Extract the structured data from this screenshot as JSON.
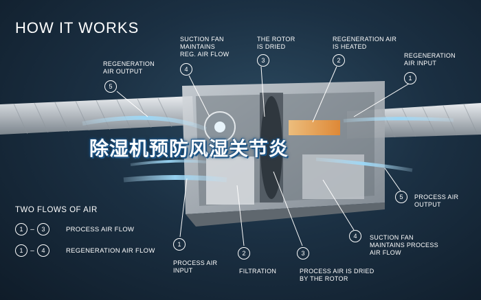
{
  "title": "HOW IT WORKS",
  "banner": "除湿机预防风湿关节炎",
  "callouts_top": [
    {
      "num": "5",
      "text": "REGENERATION\nAIR OUTPUT"
    },
    {
      "num": "4",
      "text": "SUCTION FAN\nMAINTAINS\nREG. AIR FLOW"
    },
    {
      "num": "3",
      "text": "THE ROTOR\nIS DRIED"
    },
    {
      "num": "2",
      "text": "REGENERATION AIR\nIS HEATED"
    },
    {
      "num": "1",
      "text": "REGENERATION\nAIR INPUT"
    }
  ],
  "callouts_bottom": [
    {
      "num": "1",
      "text": "PROCESS AIR\nINPUT"
    },
    {
      "num": "2",
      "text": "FILTRATION"
    },
    {
      "num": "3",
      "text": "PROCESS AIR IS DRIED\nBY THE ROTOR"
    },
    {
      "num": "4",
      "text": "SUCTION FAN\nMAINTAINS PROCESS\nAIR FLOW"
    },
    {
      "num": "5",
      "text": "PROCESS AIR\nOUTPUT"
    }
  ],
  "legend": {
    "title": "TWO FLOWS OF AIR",
    "rows": [
      {
        "from": "1",
        "dash": "–",
        "to": "3",
        "label": "PROCESS AIR FLOW"
      },
      {
        "from": "1",
        "dash": "–",
        "to": "4",
        "label": "REGENERATION AIR FLOW"
      }
    ]
  },
  "colors": {
    "background": "#1b3043",
    "duct": "#c9cdd1",
    "housing": "#9aa1a8",
    "airflow": "#7fc8f0",
    "heater": "#f0a040"
  }
}
